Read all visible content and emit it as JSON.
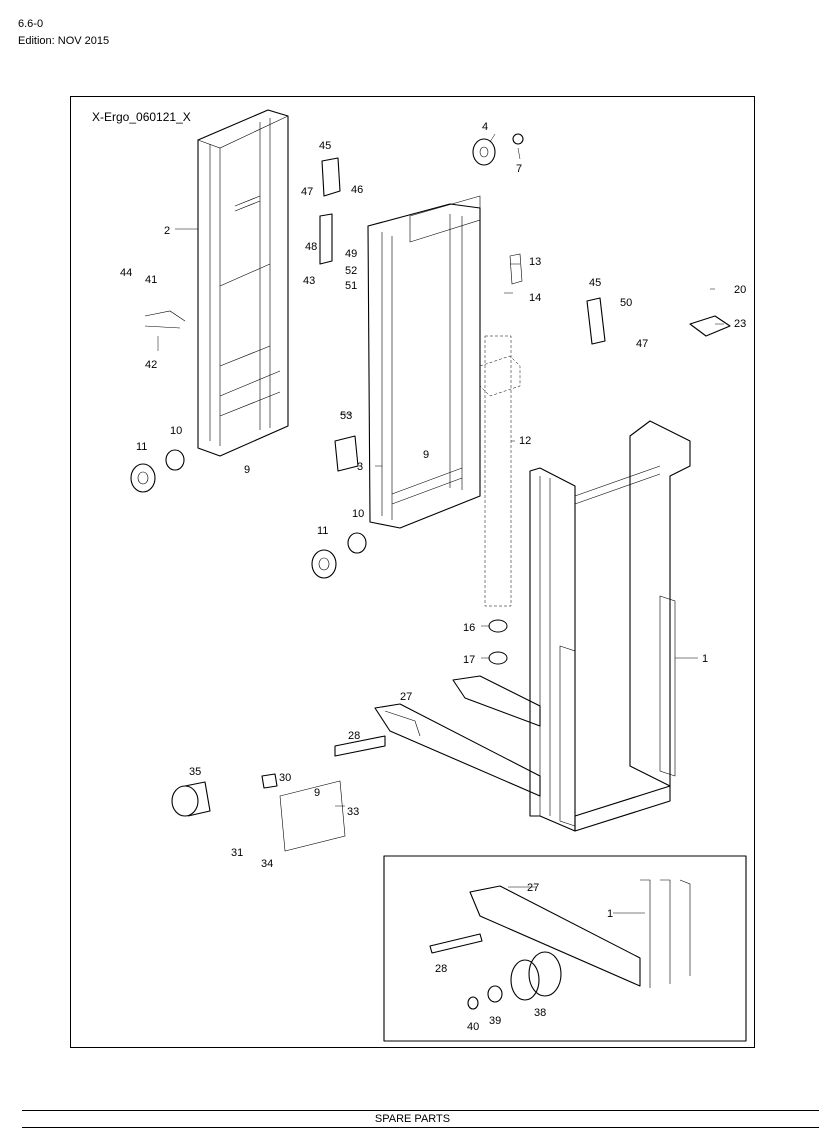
{
  "header": {
    "section": "6.6-0",
    "edition": "Edition: NOV 2015"
  },
  "diagram": {
    "code": "X-Ergo_060121_X",
    "callouts": {
      "c4": "4",
      "c7": "7",
      "c45a": "45",
      "c47a": "47",
      "c46": "46",
      "c2": "2",
      "c48": "48",
      "c49": "49",
      "c43": "43",
      "c52": "52",
      "c51": "51",
      "c44": "44",
      "c41": "41",
      "c42": "42",
      "c13": "13",
      "c14": "14",
      "c45b": "45",
      "c50": "50",
      "c47b": "47",
      "c20": "20",
      "c23": "23",
      "c53": "53",
      "c11a": "11",
      "c10a": "10",
      "c9a": "9",
      "c12": "12",
      "c3": "3",
      "c9b": "9",
      "c11b": "11",
      "c10b": "10",
      "c1a": "1",
      "c16": "16",
      "c17": "17",
      "c27a": "27",
      "c28a": "28",
      "c35": "35",
      "c30": "30",
      "c9c": "9",
      "c33": "33",
      "c31": "31",
      "c34": "34",
      "c27b": "27",
      "c1b": "1",
      "c28b": "28",
      "c40": "40",
      "c39": "39",
      "c38": "38"
    }
  },
  "footer": {
    "title": "SPARE PARTS"
  }
}
